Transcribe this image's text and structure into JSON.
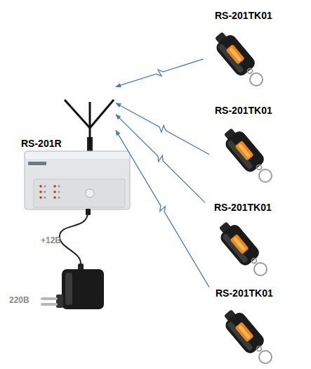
{
  "diagram": {
    "nodes": [
      {
        "text": [
          "RS-201TK01"
        ]
      },
      {
        "text": [
          "RS-201TK01"
        ]
      },
      {
        "text": [
          "RS-201R"
        ]
      },
      {
        "text": [
          "RS-201TK01"
        ]
      },
      {
        "text": [
          "220В"
        ]
      },
      {
        "text": [
          "RS-201TK01"
        ]
      }
    ],
    "edges": [
      {
        "from": 0,
        "to": 2,
        "arrow": "to"
      },
      {
        "from": 1,
        "to": 2,
        "arrow": "to"
      },
      {
        "from": 3,
        "to": 2,
        "arrow": "to"
      },
      {
        "from": 5,
        "to": 2,
        "arrow": "to"
      },
      {
        "from": 4,
        "to": 2,
        "arrow": "none",
        "label": "+12В"
      }
    ]
  }
}
